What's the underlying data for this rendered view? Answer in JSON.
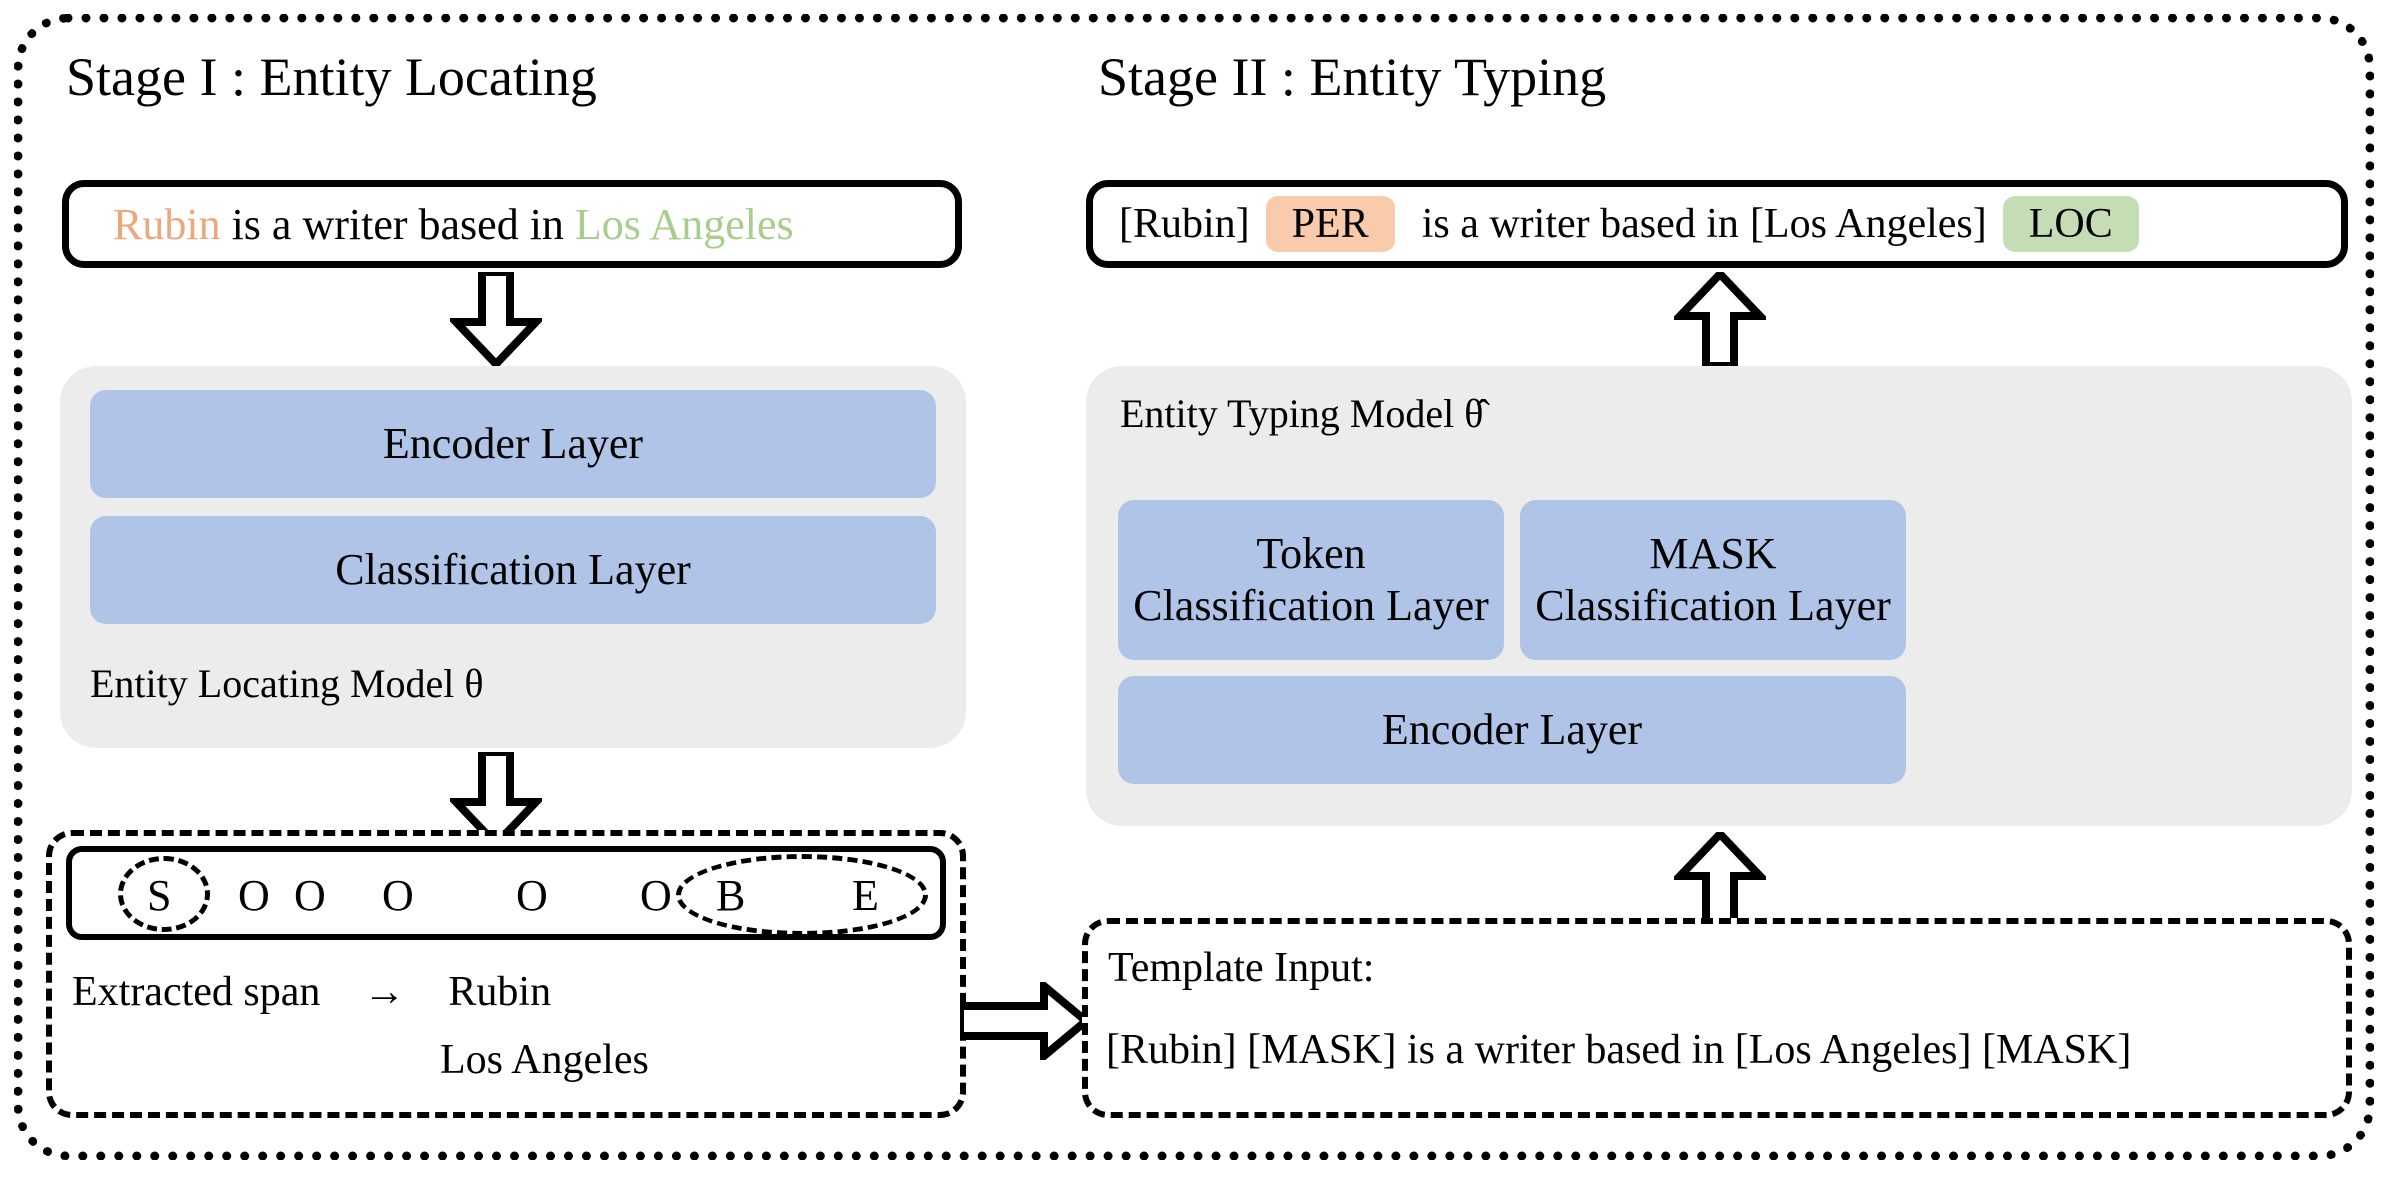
{
  "figure": {
    "stages": [
      {
        "id": "stage1",
        "title": "Stage I : Entity Locating"
      },
      {
        "id": "stage2",
        "title": "Stage II : Entity Typing"
      }
    ],
    "stage1": {
      "input_sentence": {
        "entity_person": "Rubin",
        "middle_text": "is a writer based in",
        "entity_location": "Los Angeles"
      },
      "model": {
        "caption": "Entity Locating Model θ",
        "layers": [
          {
            "name": "encoder",
            "label": "Encoder Layer"
          },
          {
            "name": "classification",
            "label": "Classification Layer"
          }
        ]
      },
      "tag_sequence": {
        "tags": [
          "S",
          "O",
          "O",
          "O",
          "O",
          "O",
          "B",
          "E"
        ],
        "highlighted": [
          "S",
          "B",
          "E"
        ]
      },
      "extracted": {
        "label": "Extracted span",
        "arrow": "→",
        "spans": [
          "Rubin",
          "Los Angeles"
        ]
      }
    },
    "stage2": {
      "output_sentence": {
        "entity_person": "[Rubin]",
        "badge_person": "PER",
        "middle_text": "is a writer based in",
        "entity_location": "[Los Angeles]",
        "badge_location": "LOC"
      },
      "model": {
        "caption": "Entity Typing Model θ̂",
        "layers": [
          {
            "name": "token-classification",
            "line1": "Token",
            "line2": "Classification Layer"
          },
          {
            "name": "mask-classification",
            "line1": "MASK",
            "line2": "Classification Layer"
          },
          {
            "name": "encoder",
            "line1": "Encoder Layer",
            "line2": ""
          }
        ]
      },
      "template_input": {
        "label": "Template Input:",
        "text": "[Rubin] [MASK] is a writer based in [Los Angeles] [MASK]"
      }
    },
    "colors": {
      "entity_person_text": "#eda77e",
      "entity_location_text": "#a8ce8e",
      "badge_per_bg": "#f7cbab",
      "badge_loc_bg": "#c5ddb4",
      "layer_block_bg": "#b0c4e8",
      "model_panel_bg": "#ececec",
      "stroke": "#000000"
    }
  }
}
